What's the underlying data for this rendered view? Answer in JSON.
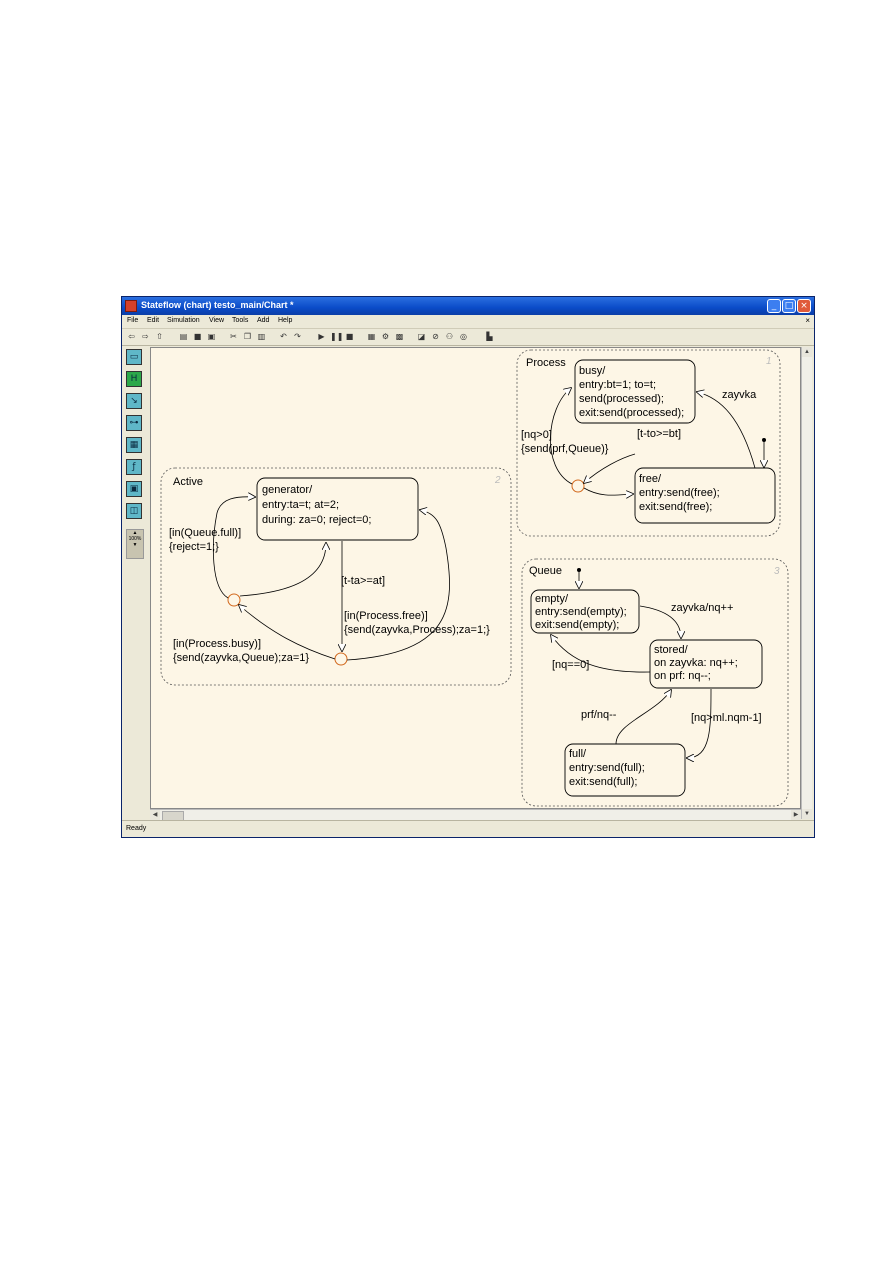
{
  "window": {
    "title": "Stateflow (chart) testo_main/Chart *",
    "controls": [
      "_",
      "□",
      "×"
    ]
  },
  "menu": [
    "File",
    "Edit",
    "Simulation",
    "View",
    "Tools",
    "Add",
    "Help"
  ],
  "menu_close": "×",
  "palette": {
    "zoom_label": "100%"
  },
  "chart": {
    "active": {
      "name": "Active",
      "number": "2",
      "generator": [
        "generator/",
        "entry:ta=t; at=2;",
        "during: za=0; reject=0;"
      ],
      "t_full": [
        "[in(Queue.full)]",
        "{reject=1;}"
      ],
      "t_busy": [
        "[in(Process.busy)]",
        "{send(zayvka,Queue);za=1}"
      ],
      "t_free": [
        "[in(Process.free)]",
        "{send(zayvka,Process);za=1;}"
      ],
      "t_time": "[t-ta>=at]"
    },
    "process": {
      "name": "Process",
      "number": "1",
      "busy": [
        "busy/",
        "entry:bt=1; to=t;",
        "send(processed);",
        "exit:send(processed);"
      ],
      "free": [
        "free/",
        "entry:send(free);",
        "exit:send(free);"
      ],
      "t_nq": [
        "[nq>0]",
        "{send(prf,Queue)}"
      ],
      "t_time": "[t-to>=bt]",
      "t_zayvka": "zayvka"
    },
    "queue": {
      "name": "Queue",
      "number": "3",
      "empty": [
        "empty/",
        "entry:send(empty);",
        "exit:send(empty);"
      ],
      "stored": [
        "stored/",
        "on zayvka: nq++;",
        "on prf: nq--;"
      ],
      "full": [
        "full/",
        "entry:send(full);",
        "exit:send(full);"
      ],
      "t_zayvka": "zayvka/nq++",
      "t_empty": "[nq==0]",
      "t_prf": "prf/nq--",
      "t_full": "[nq>ml.nqm-1]"
    }
  },
  "status": "Ready"
}
